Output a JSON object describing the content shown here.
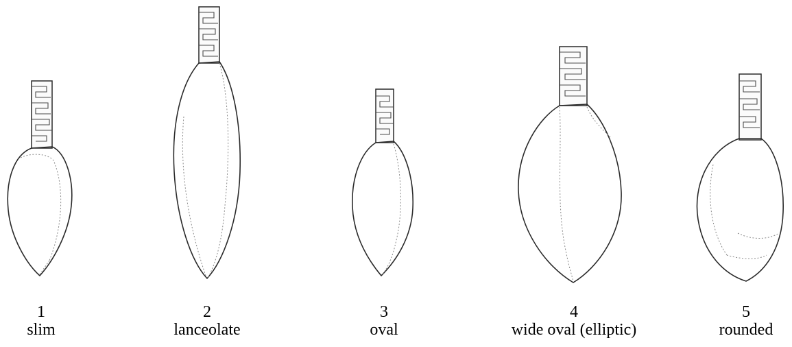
{
  "shapes": [
    {
      "number": "1",
      "name": "slim"
    },
    {
      "number": "2",
      "name": "lanceolate"
    },
    {
      "number": "3",
      "name": "oval"
    },
    {
      "number": "4",
      "name": "wide oval (elliptic)"
    },
    {
      "number": "5",
      "name": "rounded"
    }
  ]
}
